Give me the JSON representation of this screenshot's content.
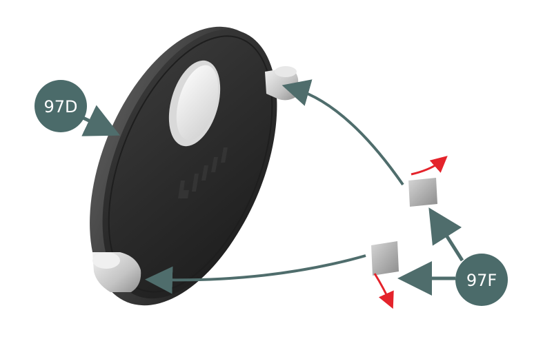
{
  "labels": {
    "part_97d": "97D",
    "part_97f": "97F"
  },
  "colors": {
    "background": "#ffffff",
    "callout_fill": "#4b6b6a",
    "callout_text": "#ffffff",
    "leader_arrow": "#4f6d6c",
    "motion_arrow": "#e4232b",
    "disc_body": "#2a2a2a",
    "disc_rim": "#3a3a3a",
    "clip_metal": "#c8c8c8",
    "pad_grey": "#a9a9a9"
  },
  "icons": {
    "part_97d": "elliptical-disc-cover",
    "part_97f": "adhesive-pad"
  }
}
